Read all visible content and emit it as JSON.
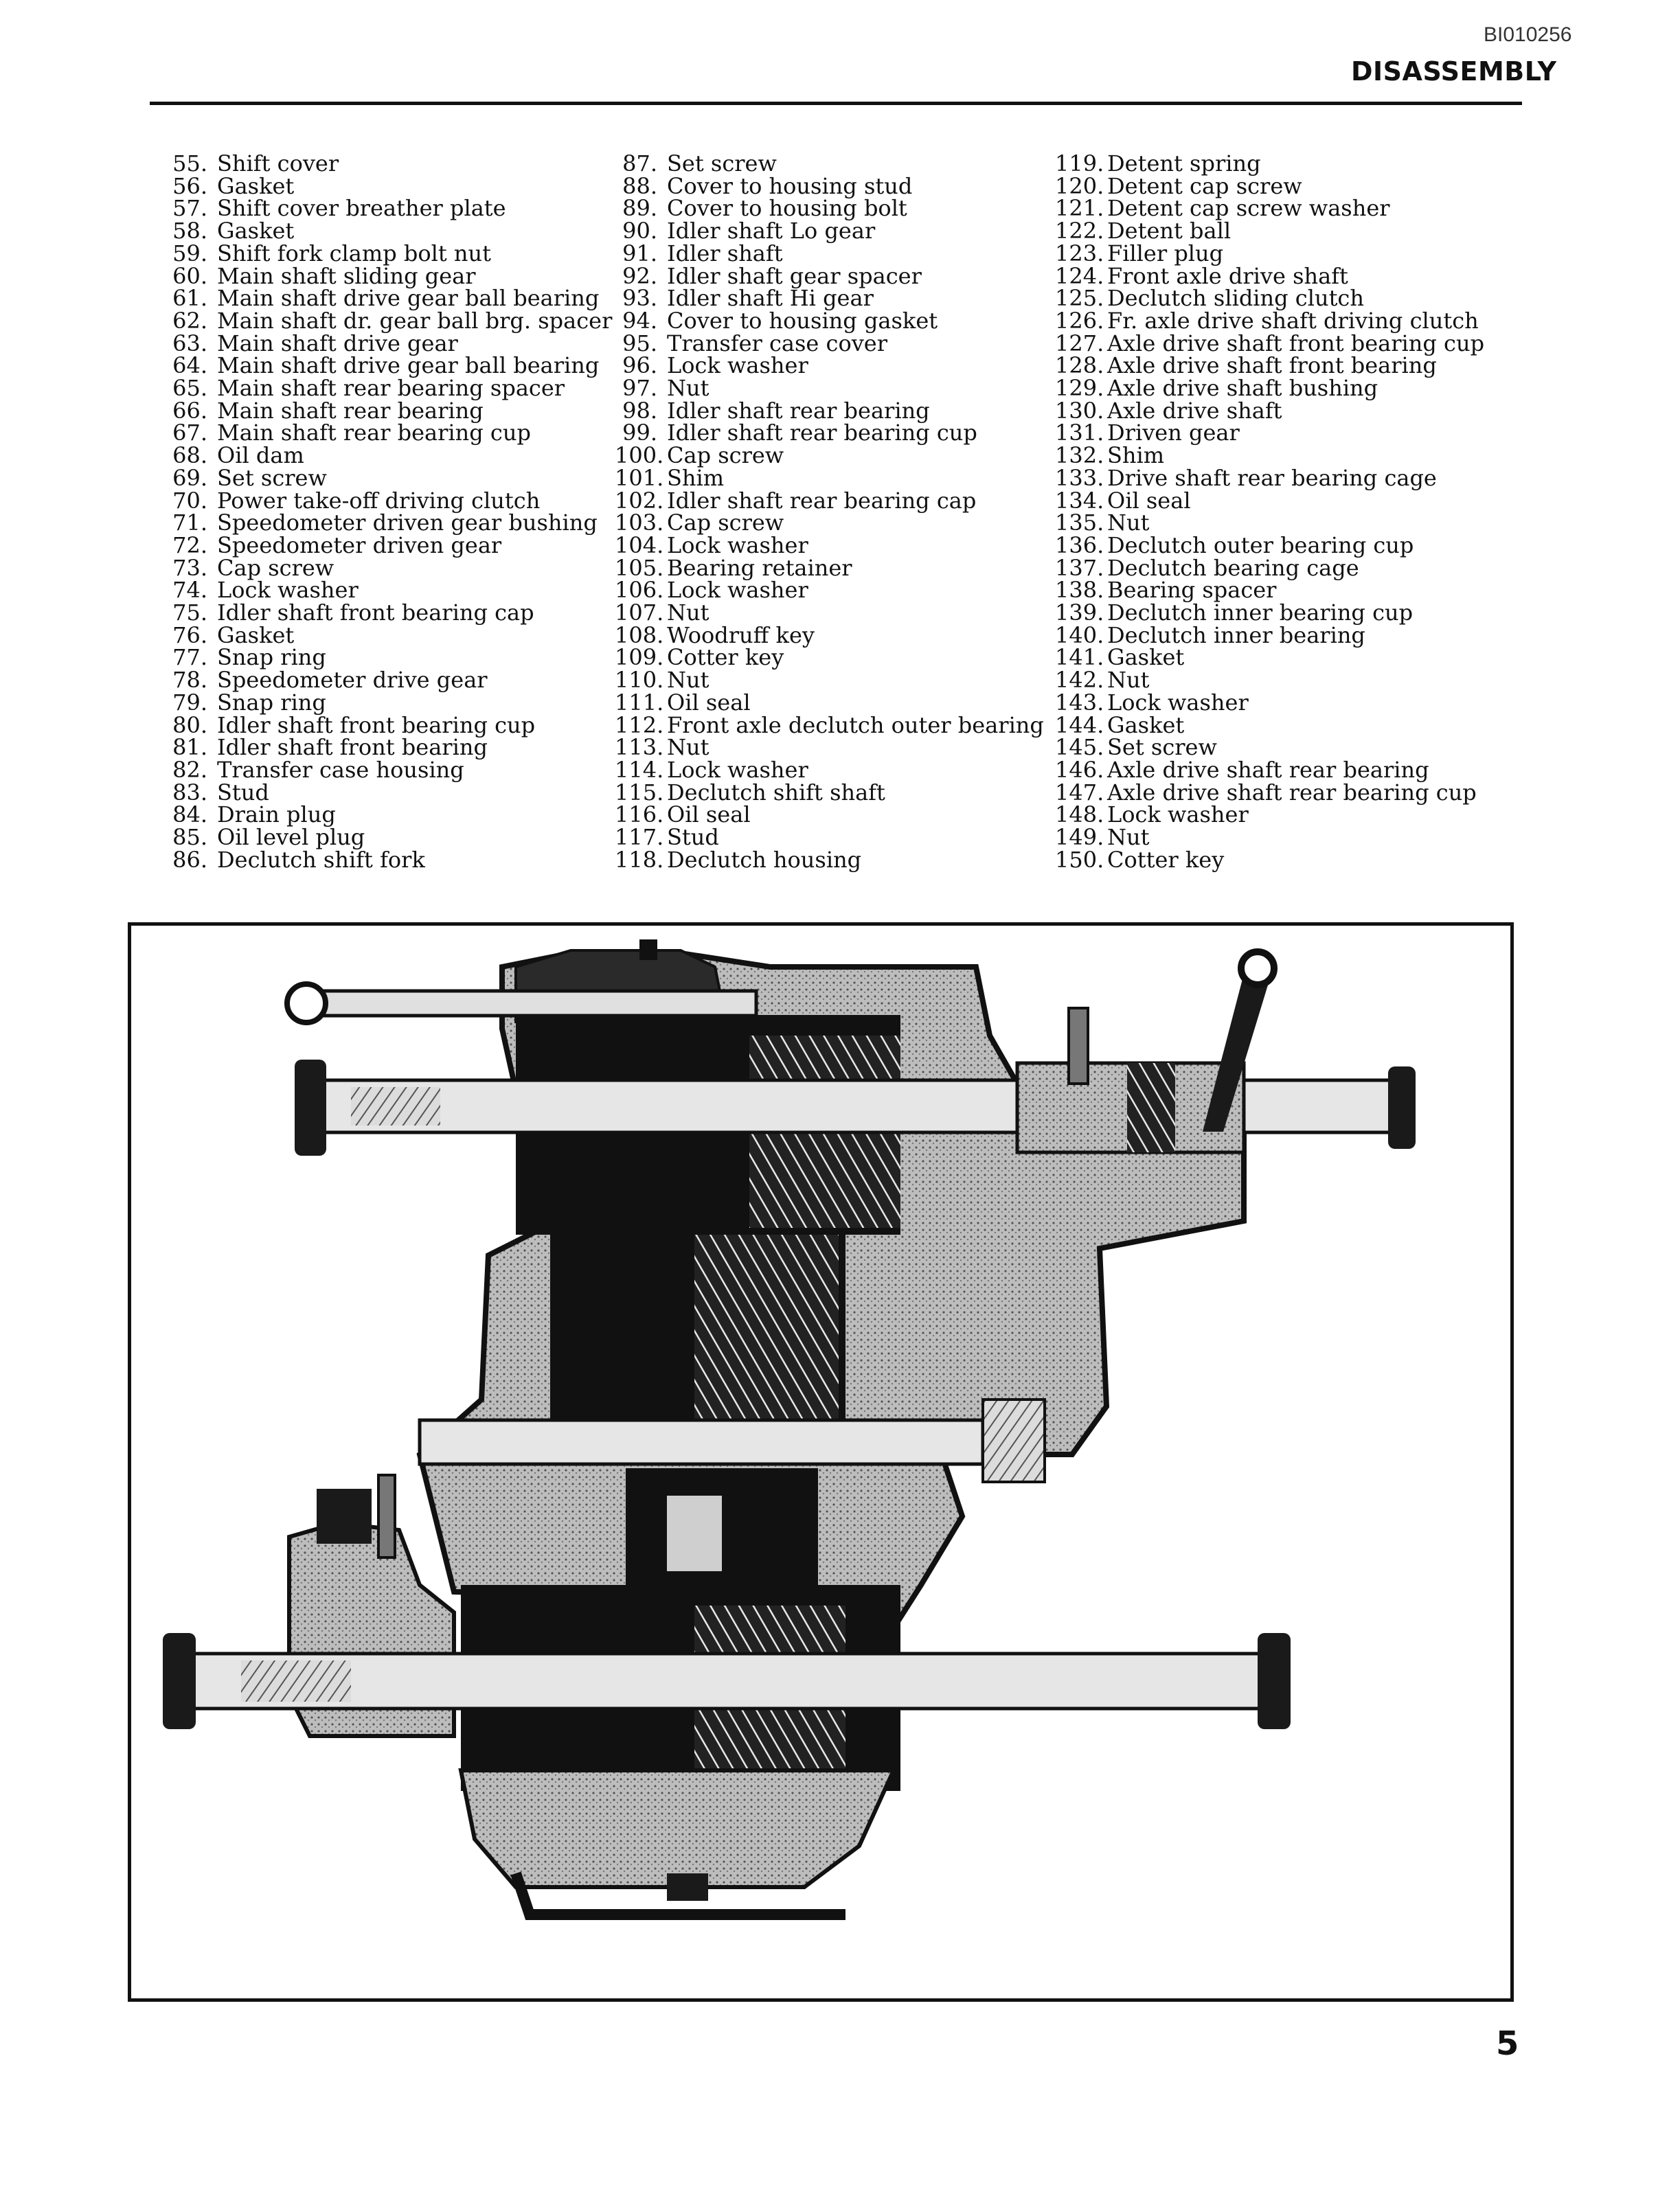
{
  "header": {
    "doc_id": "BI010256",
    "section_title": "DISASSEMBLY"
  },
  "parts": {
    "columns": [
      [
        {
          "num": "55.",
          "name": "Shift cover"
        },
        {
          "num": "56.",
          "name": "Gasket"
        },
        {
          "num": "57.",
          "name": "Shift cover breather plate"
        },
        {
          "num": "58.",
          "name": "Gasket"
        },
        {
          "num": "59.",
          "name": "Shift fork clamp bolt nut"
        },
        {
          "num": "60.",
          "name": "Main shaft sliding gear"
        },
        {
          "num": "61.",
          "name": "Main shaft drive gear ball bearing"
        },
        {
          "num": "62.",
          "name": "Main shaft dr. gear ball brg. spacer"
        },
        {
          "num": "63.",
          "name": "Main shaft drive gear"
        },
        {
          "num": "64.",
          "name": "Main shaft drive gear ball bearing"
        },
        {
          "num": "65.",
          "name": "Main shaft rear bearing spacer"
        },
        {
          "num": "66.",
          "name": "Main shaft rear bearing"
        },
        {
          "num": "67.",
          "name": "Main shaft rear bearing cup"
        },
        {
          "num": "68.",
          "name": "Oil dam"
        },
        {
          "num": "69.",
          "name": "Set screw"
        },
        {
          "num": "70.",
          "name": "Power take-off driving clutch"
        },
        {
          "num": "71.",
          "name": "Speedometer driven gear bushing"
        },
        {
          "num": "72.",
          "name": "Speedometer driven gear"
        },
        {
          "num": "73.",
          "name": "Cap screw"
        },
        {
          "num": "74.",
          "name": "Lock washer"
        },
        {
          "num": "75.",
          "name": "Idler shaft front bearing cap"
        },
        {
          "num": "76.",
          "name": "Gasket"
        },
        {
          "num": "77.",
          "name": "Snap ring"
        },
        {
          "num": "78.",
          "name": "Speedometer drive gear"
        },
        {
          "num": "79.",
          "name": "Snap ring"
        },
        {
          "num": "80.",
          "name": "Idler shaft front bearing cup"
        },
        {
          "num": "81.",
          "name": "Idler shaft front bearing"
        },
        {
          "num": "82.",
          "name": "Transfer case housing"
        },
        {
          "num": "83.",
          "name": "Stud"
        },
        {
          "num": "84.",
          "name": "Drain plug"
        },
        {
          "num": "85.",
          "name": "Oil level plug"
        },
        {
          "num": "86.",
          "name": "Declutch shift fork"
        }
      ],
      [
        {
          "num": "87.",
          "name": "Set screw"
        },
        {
          "num": "88.",
          "name": "Cover to housing stud"
        },
        {
          "num": "89.",
          "name": "Cover to housing bolt"
        },
        {
          "num": "90.",
          "name": "Idler shaft Lo gear"
        },
        {
          "num": "91.",
          "name": "Idler shaft"
        },
        {
          "num": "92.",
          "name": "Idler shaft gear spacer"
        },
        {
          "num": "93.",
          "name": "Idler shaft Hi gear"
        },
        {
          "num": "94.",
          "name": "Cover to housing gasket"
        },
        {
          "num": "95.",
          "name": "Transfer case cover"
        },
        {
          "num": "96.",
          "name": "Lock washer"
        },
        {
          "num": "97.",
          "name": "Nut"
        },
        {
          "num": "98.",
          "name": "Idler shaft rear bearing"
        },
        {
          "num": "99.",
          "name": "Idler shaft rear bearing cup"
        },
        {
          "num": "100.",
          "name": "Cap screw"
        },
        {
          "num": "101.",
          "name": "Shim"
        },
        {
          "num": "102.",
          "name": "Idler shaft rear bearing cap"
        },
        {
          "num": "103.",
          "name": "Cap screw"
        },
        {
          "num": "104.",
          "name": "Lock washer"
        },
        {
          "num": "105.",
          "name": "Bearing retainer"
        },
        {
          "num": "106.",
          "name": "Lock washer"
        },
        {
          "num": "107.",
          "name": "Nut"
        },
        {
          "num": "108.",
          "name": "Woodruff key"
        },
        {
          "num": "109.",
          "name": "Cotter key"
        },
        {
          "num": "110.",
          "name": "Nut"
        },
        {
          "num": "111.",
          "name": "Oil seal"
        },
        {
          "num": "112.",
          "name": "Front axle declutch outer bearing"
        },
        {
          "num": "113.",
          "name": "Nut"
        },
        {
          "num": "114.",
          "name": "Lock washer"
        },
        {
          "num": "115.",
          "name": "Declutch shift shaft"
        },
        {
          "num": "116.",
          "name": "Oil seal"
        },
        {
          "num": "117.",
          "name": "Stud"
        },
        {
          "num": "118.",
          "name": "Declutch housing"
        }
      ],
      [
        {
          "num": "119.",
          "name": "Detent spring"
        },
        {
          "num": "120.",
          "name": "Detent cap screw"
        },
        {
          "num": "121.",
          "name": "Detent cap screw washer"
        },
        {
          "num": "122.",
          "name": "Detent ball"
        },
        {
          "num": "123.",
          "name": "Filler plug"
        },
        {
          "num": "124.",
          "name": "Front axle drive shaft"
        },
        {
          "num": "125.",
          "name": "Declutch sliding clutch"
        },
        {
          "num": "126.",
          "name": "Fr. axle drive shaft driving clutch"
        },
        {
          "num": "127.",
          "name": "Axle drive shaft front bearing cup"
        },
        {
          "num": "128.",
          "name": "Axle drive shaft front bearing"
        },
        {
          "num": "129.",
          "name": "Axle drive shaft bushing"
        },
        {
          "num": "130.",
          "name": "Axle drive shaft"
        },
        {
          "num": "131.",
          "name": "Driven gear"
        },
        {
          "num": "132.",
          "name": "Shim"
        },
        {
          "num": "133.",
          "name": "Drive shaft rear bearing cage"
        },
        {
          "num": "134.",
          "name": "Oil seal"
        },
        {
          "num": "135.",
          "name": "Nut"
        },
        {
          "num": "136.",
          "name": "Declutch outer bearing cup"
        },
        {
          "num": "137.",
          "name": "Declutch bearing cage"
        },
        {
          "num": "138.",
          "name": "Bearing spacer"
        },
        {
          "num": "139.",
          "name": "Declutch inner bearing cup"
        },
        {
          "num": "140.",
          "name": "Declutch inner bearing"
        },
        {
          "num": "141.",
          "name": "Gasket"
        },
        {
          "num": "142.",
          "name": "Nut"
        },
        {
          "num": "143.",
          "name": "Lock washer"
        },
        {
          "num": "144.",
          "name": "Gasket"
        },
        {
          "num": "145.",
          "name": "Set screw"
        },
        {
          "num": "146.",
          "name": "Axle drive shaft rear bearing"
        },
        {
          "num": "147.",
          "name": "Axle drive shaft rear bearing cup"
        },
        {
          "num": "148.",
          "name": "Lock washer"
        },
        {
          "num": "149.",
          "name": "Nut"
        },
        {
          "num": "150.",
          "name": "Cotter key"
        }
      ]
    ]
  },
  "footer": {
    "page_number": "5"
  }
}
